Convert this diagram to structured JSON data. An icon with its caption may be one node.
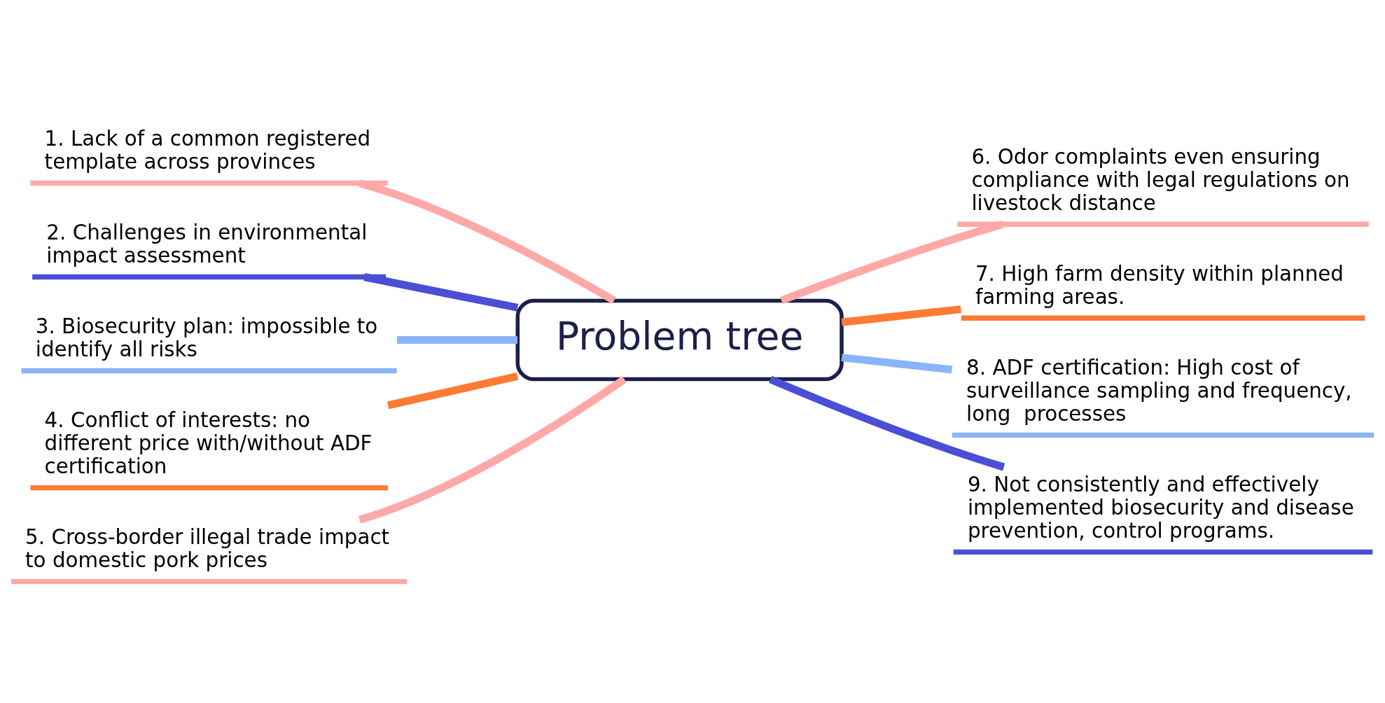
{
  "diagram": {
    "nodes": [
      {
        "text": [
          "Problem tree"
        ]
      },
      {
        "text": [
          "1. Lack of a common registered template across provinces"
        ]
      },
      {
        "text": [
          "2. Challenges in environmental impact assessment"
        ]
      },
      {
        "text": [
          "3. Biosecurity plan: impossible to identify all risks"
        ]
      },
      {
        "text": [
          "4. Conflict of interests: no different price with/without ADF certification"
        ]
      },
      {
        "text": [
          "5. Cross-border illegal trade impact to domestic pork prices"
        ]
      },
      {
        "text": [
          "6. Odor complaints even ensuring compliance with legal regulations on livestock distance"
        ]
      },
      {
        "text": [
          "7. High farm density within planned farming areas."
        ]
      },
      {
        "text": [
          "8. ADF certification: High cost of surveillance sampling and frequency, long  processes"
        ]
      },
      {
        "text": [
          "9. Not consistently and effectively implemented biosecurity and disease prevention, control programs."
        ]
      }
    ],
    "edges": [
      {
        "from": 0,
        "to": 1,
        "arrow": "none"
      },
      {
        "from": 0,
        "to": 2,
        "arrow": "none",
        "color": "#4a4fd6"
      },
      {
        "from": 0,
        "to": 3,
        "arrow": "none",
        "color": "#8ab4f8"
      },
      {
        "from": 0,
        "to": 4,
        "arrow": "none",
        "color": "#ff7a33"
      },
      {
        "from": 0,
        "to": 5,
        "arrow": "none"
      },
      {
        "from": 0,
        "to": 6,
        "arrow": "none"
      },
      {
        "from": 0,
        "to": 7,
        "arrow": "none",
        "color": "#ff7a33"
      },
      {
        "from": 0,
        "to": 8,
        "arrow": "none",
        "color": "#8ab4f8"
      },
      {
        "from": 0,
        "to": 9,
        "arrow": "none",
        "color": "#4a4fd6"
      }
    ]
  }
}
